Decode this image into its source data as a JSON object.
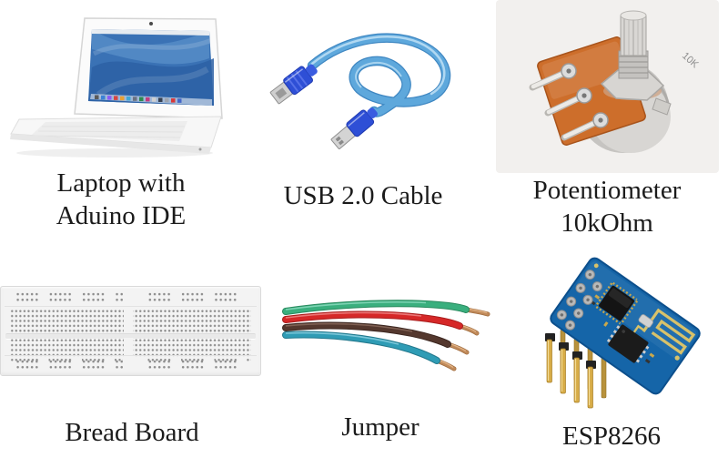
{
  "figure": {
    "description_items": [
      {
        "id": "laptop",
        "image": "laptop-photo",
        "lines": [
          "Laptop with",
          "Aduino IDE"
        ]
      },
      {
        "id": "usb-cable",
        "image": "usb-cable-photo",
        "lines": [
          "USB 2.0 Cable"
        ]
      },
      {
        "id": "potentiometer",
        "image": "potentiometer-photo",
        "lines": [
          "Potentiometer",
          "10kOhm"
        ],
        "marking": "10K"
      },
      {
        "id": "breadboard",
        "image": "breadboard-photo",
        "lines": [
          "Bread Board"
        ]
      },
      {
        "id": "jumper",
        "image": "jumper-wires-photo",
        "lines": [
          "Jumper"
        ]
      },
      {
        "id": "esp8266",
        "image": "esp8266-photo",
        "lines": [
          "ESP8266"
        ]
      }
    ]
  },
  "palette": {
    "background": "#ffffff",
    "caption_text": "#1b1b1b",
    "cable_blue": "#5ea8dc",
    "connector_blue": "#2e4fd6",
    "potentiometer_orange": "#cd6e2b",
    "pcb_blue": "#1565a8",
    "antenna_gold": "#d8c26a",
    "pin_gold": "#c9a23f",
    "copper": "#c08a5a",
    "wire_green": "#3aaf7e",
    "wire_red": "#d62828",
    "wire_brown": "#54382e",
    "wire_teal": "#2f9cb5",
    "breadboard_body": "#f3f3f3"
  }
}
